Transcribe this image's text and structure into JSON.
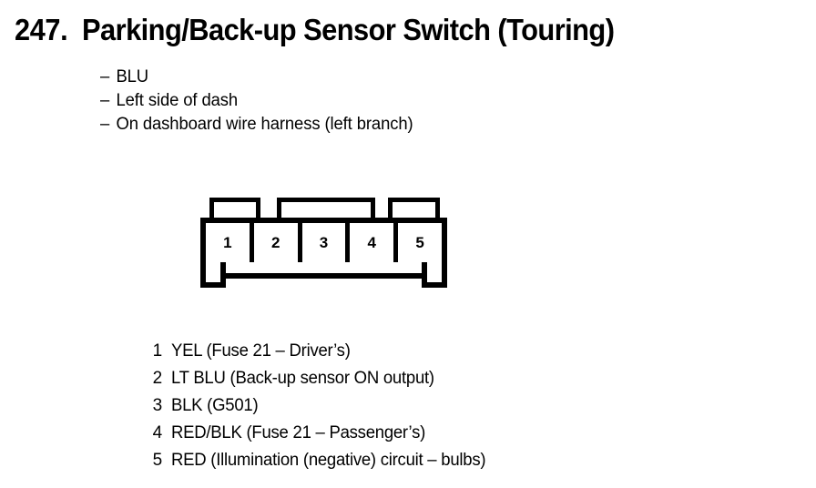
{
  "title": {
    "number": "247.",
    "text": "Parking/Back-up Sensor Switch (Touring)"
  },
  "notes": {
    "dash": "–",
    "lines": [
      "BLU",
      "Left side of dash",
      "On dashboard wire harness (left branch)"
    ]
  },
  "connector": {
    "pins": [
      "1",
      "2",
      "3",
      "4",
      "5"
    ]
  },
  "pin_legend": [
    {
      "num": "1",
      "desc": "YEL (Fuse 21 – Driver’s)"
    },
    {
      "num": "2",
      "desc": "LT BLU (Back-up sensor ON output)"
    },
    {
      "num": "3",
      "desc": "BLK (G501)"
    },
    {
      "num": "4",
      "desc": "RED/BLK (Fuse 21 – Passenger’s)"
    },
    {
      "num": "5",
      "desc": "RED (Illumination (negative) circuit – bulbs)"
    }
  ],
  "colors": {
    "ink": "#000000",
    "paper": "#ffffff"
  }
}
